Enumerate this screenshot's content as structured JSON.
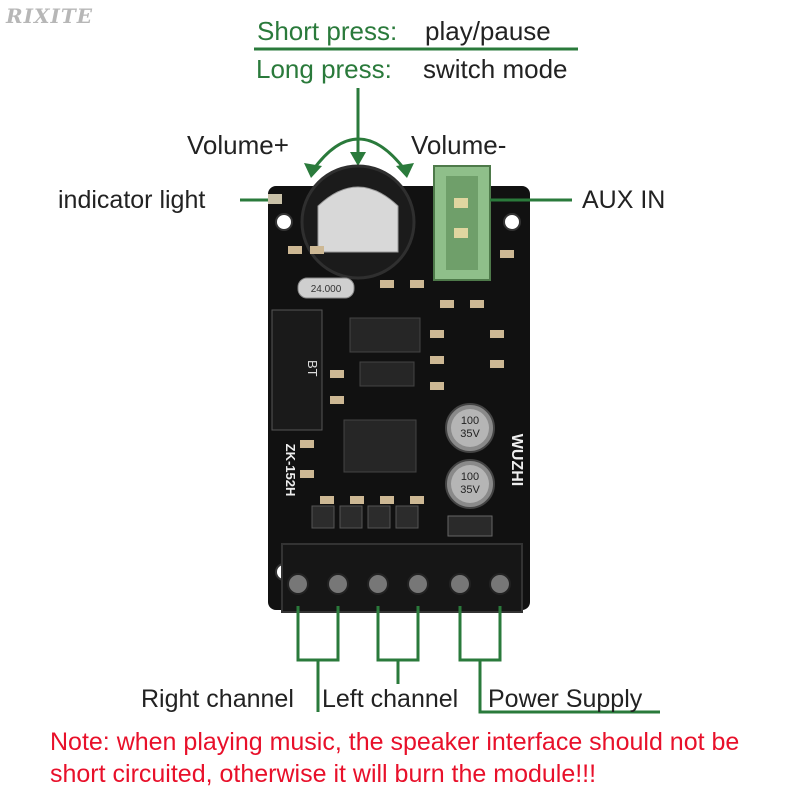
{
  "watermark": "RIXITE",
  "button": {
    "short_press_label": "Short press:",
    "short_press_action": "play/pause",
    "long_press_label": "Long press:",
    "long_press_action": "switch mode"
  },
  "volume": {
    "up": "Volume+",
    "down": "Volume-"
  },
  "labels": {
    "indicator": "indicator light",
    "aux": "AUX IN",
    "right_channel": "Right channel",
    "left_channel": "Left channel",
    "power_supply": "Power Supply"
  },
  "board": {
    "brand": "WUZHI",
    "model": "ZK-152H",
    "bt": "BT",
    "crystal": "24.000",
    "cap_value": "100",
    "cap_voltage": "35V"
  },
  "note": "Note: when playing music, the speaker interface should not be short circuited, otherwise it will burn the module!!!",
  "colors": {
    "accent_green": "#2a7a3b",
    "warning_red": "#e8102a",
    "pcb": "#111111",
    "aux_jack": "#8fbf8a"
  }
}
